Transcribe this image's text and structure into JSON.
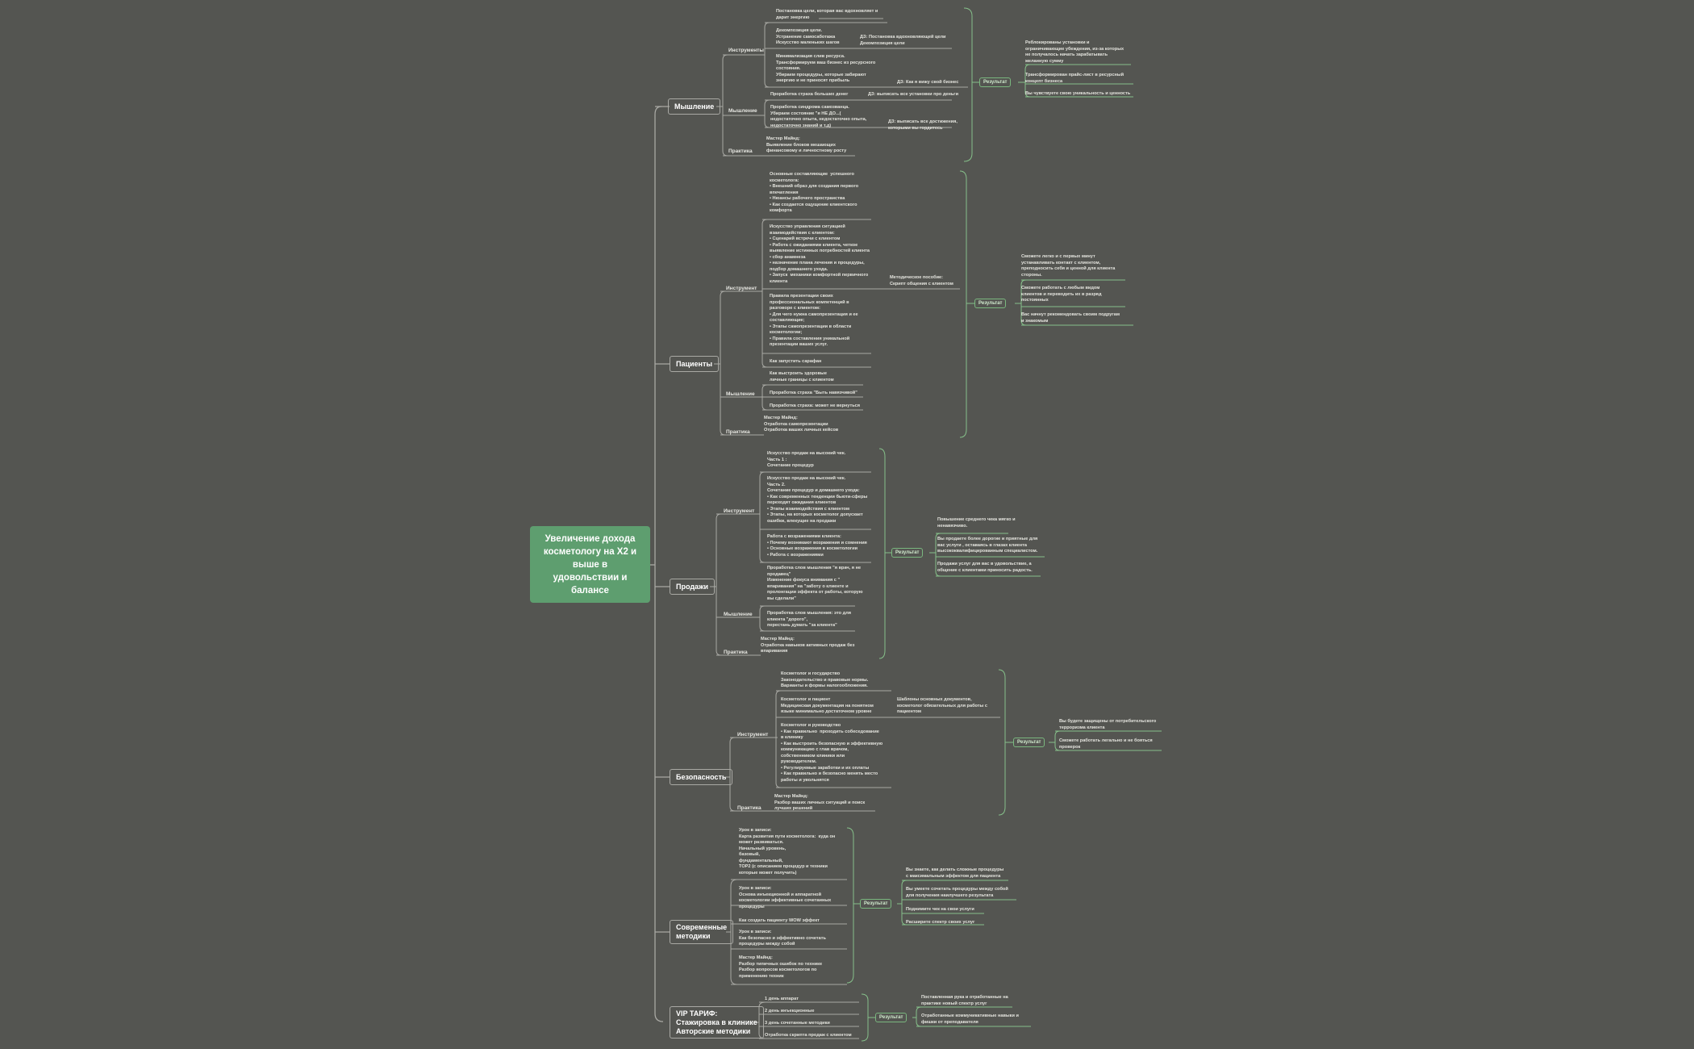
{
  "root": "Увеличение дохода\nкосметологу на X2 и\nвыше в\nудовольствии и\nбалансе",
  "branches": {
    "mysh": {
      "title": "Мышление",
      "sub1": "Инструменты",
      "sub2": "Мышление",
      "sub3": "Практика",
      "l1": "Постановка цели, которая вас вдохновляет и\nдарит энергию",
      "l2": "Декомпозиция цели.\nУстранение самосаботажа\nИскусство маленьких шагов",
      "l3": "Минимализация слив ресурса.\nТрансформируем ваш бизнес из ресурсного\nсостояния.\nУбираем процедуры, которые забирают\nэнергию и не приносят прибыль",
      "l4": "Проработка страха больших денег",
      "l5": "Проработка синдрома самозванца.\nУбираем состояние \"я НЕ ДО...(\nнедостаточно опыта, недостаточно опыта,\nнедостаточно знаний и т.д)",
      "l6": "Мастер Майнд:\nВыявление блоков мешающих\nфинансовому и личностному росту",
      "n1": "ДЗ: Постановка вдохновляющей цели\nДекомпозиция цели",
      "n2": "ДЗ: Как я вижу свой бизнес",
      "n3": "ДЗ: выписать все установки про деньги",
      "n4": "ДЗ: выписать все достижения,\nкоторыми вы гордитесь",
      "result": "Результат",
      "r1": "Реблокированы установки и\nограничивающие убеждения, из-за которых\nне получалось начать зарабатывать\nжеланную сумму",
      "r2": "Трансформирован прайс-лист в ресурсный\nконцепт бизнеса",
      "r3": "Вы чувствуете свою уникальность и ценность"
    },
    "pac": {
      "title": "Пациенты",
      "sub1": "Инструмент",
      "sub2": "Мышление",
      "sub3": "Практика",
      "l1": "Основные составляющие  успешного\nкосметолога:\n• Внешний образ для создания первого\nвпечатления\n• Нюансы рабочего пространства\n• Как создается ощущение клиентского\nкомфорта",
      "l2": "Искусство управления ситуацией\nвзаимодействия с клиентом:\n• Сценарий встречи с клиентом\n• Работа с ожиданиями клиента, четкое\nвыявление истинных потребностей клиента\n• сбор анамнеза\n• назначение плана лечения и процедуры,\nподбор домашнего ухода.\n• Запуск  механики комфортной первичного\nклиента",
      "l3": "Правила презентации своих\nпрофессиональных компетенций в\nразговоре с клиентом:\n• Для чего нужна самопрезентация и ее\nсоставляющие;\n• Этапы самопрезентации в области\nкосметологии;\n• Правила составления уникальной\nпрезентации ваших услуг.",
      "l4": "Как запустить сарафан",
      "l5": "Как выстроить здоровые\nличные границы с клиентом",
      "l6": "Проработка страха \"Быть навязчивой\"",
      "l7": "Проработка страха: может не вернуться",
      "l8": "Мастер Майнд:\nОтработка самопрезентации\nОтработка ваших личных кейсов",
      "n1": "Методическое пособие:\nСкрипт общения с клиентом",
      "result": "Результат",
      "r1": "Сможете легко и с первых минут\nустанавливать контакт с клиентом,\nпреподносить себя и ценной для клиента\nстороны.",
      "r2": "Сможете работать с любым видом\nклиентов и переводить их в разряд\nпостоянных",
      "r3": "Вас начнут рекомендовать своим подругам\nи знакомым"
    },
    "prod": {
      "title": "Продажи",
      "sub1": "Инструмент",
      "sub2": "Мышление",
      "sub3": "Практика",
      "l1": "Искусство продаж на высокий чек.\nЧасть 1 :\nСочетание процедур",
      "l2": "Искусство продаж на высокий чек.\nЧасть 2.\nСочетание процедур и домашнего ухода:\n• Как современных тенденции бьюти-сферы\nпереходят ожидания клиентов\n• Этапы взаимодействия с клиентом\n• Этапы, на которых косметолог допускает\nошибки, влекущие на продажи",
      "l3": "Работа с возражениями клиента:\n• Почему возникают возражения и сомнения\n• Основные возражения в косметологии\n• Работа с возражениями",
      "l4": "Проработка слов мышления \"я врач, я не\nпродавец\"\nИзменение фокуса внимания с \"\nвпаривания\" на \"заботу о клиенте и\nпролонгации эффекта от работы, которую\nвы сделали\"",
      "l5": "Проработка слов мышления: это для\nклиента \"дорого\",\nперестань думать \"за клиента\"",
      "l6": "Мастер Майнд:\nОтработка навыков активных продаж без\nвпаривания",
      "result": "Результат",
      "r1": "Повышение среднего чека мягко и\nненавязчиво.",
      "r2": "Вы продаете более дорогие и приятные для\nвас услуги , оставаясь в глазах клиента\nвысококвалифицированным специалистом.",
      "r3": "Продажи услуг для вас в удовольствие, а\nобщение с клиентами приносить радость."
    },
    "bez": {
      "title": "Безопасность",
      "sub1": "Инструмент",
      "sub3": "Практика",
      "l1": "Косметолог и государство\nЗаконодательство и правовые нормы.\nВарианты и формы налогообложения.",
      "l2": "Косметолог и пациент\nМедицинская документация на понятном\nязыке минимально достаточном уровне",
      "l3": "Косметолог и руководство\n• Как правильно  проходить собеседование\nв клинику\n• Как выстроить безопасную и эффективную\nкоммуникацию с глав врачом,\nсобственником клиники или\nруководителем.\n• Регулируемые заработки и их оплаты\n• Как правильно и безопасно менять место\nработы и увольнятся",
      "l4": "Мастер Майнд:\nРазбор ваших личных ситуаций и поиск\nлучших решений",
      "n1": "Шаблоны основных документов,\nкосметолог обязательных для работы с\nпациентом",
      "result": "Результат",
      "r1": "Вы будете защищены от потребительского\nтерроризма клиента",
      "r2": "Сможете работать легально и не бояться\nпроверок"
    },
    "sov": {
      "title": "Современные\nметодики",
      "l1": "Урок в записи:\nКарта развития пути косметолога:  куда он\nможет развиваться.\nНачальный уровень,\nбазовый,\nфундаментальный,\nTOP2 (с описанием процедур и техники\nкоторые может получить)",
      "l2": "Урок в записи:\nОснова инъекционной и аппаратной\nкосметологии эффективные сочетанных\nпроцедуры",
      "l3": "Как создать пациенту WOW эффект",
      "l4": "Урок в записи:\nКак безопасно и эффективно сочетать\nпроцедуры между собой",
      "l5": "Мастер Майнд:\nРазбор типичных ошибок по технике\nРазбор вопросов косметологов по\nприменению техник",
      "result": "Результат",
      "r1": "Вы знаете, как делать сложные процедуры\nс максимальным эффектом для пациента",
      "r2": "Вы умеете сочетать процедуры между собой\nдля получения наилучшего результата",
      "r3": "Поднимите чек на свои услуги",
      "r4": "Расширите спектр своих услуг"
    },
    "vip": {
      "title": "VIP ТАРИФ:\nСтажировка в клинике\nАвторские методики",
      "l1": "1 день аппарат",
      "l2": "2 день инъекционные",
      "l3": "3 день сочетанные методики",
      "l4": "Отработка скрипта продаж с клиентом",
      "result": "Результат",
      "r1": "Поставленная рука и отработанные на\nпрактике новый спектр услуг",
      "r2": "Отработанные коммуникативные навыки и\nфишки от преподавателя"
    }
  }
}
